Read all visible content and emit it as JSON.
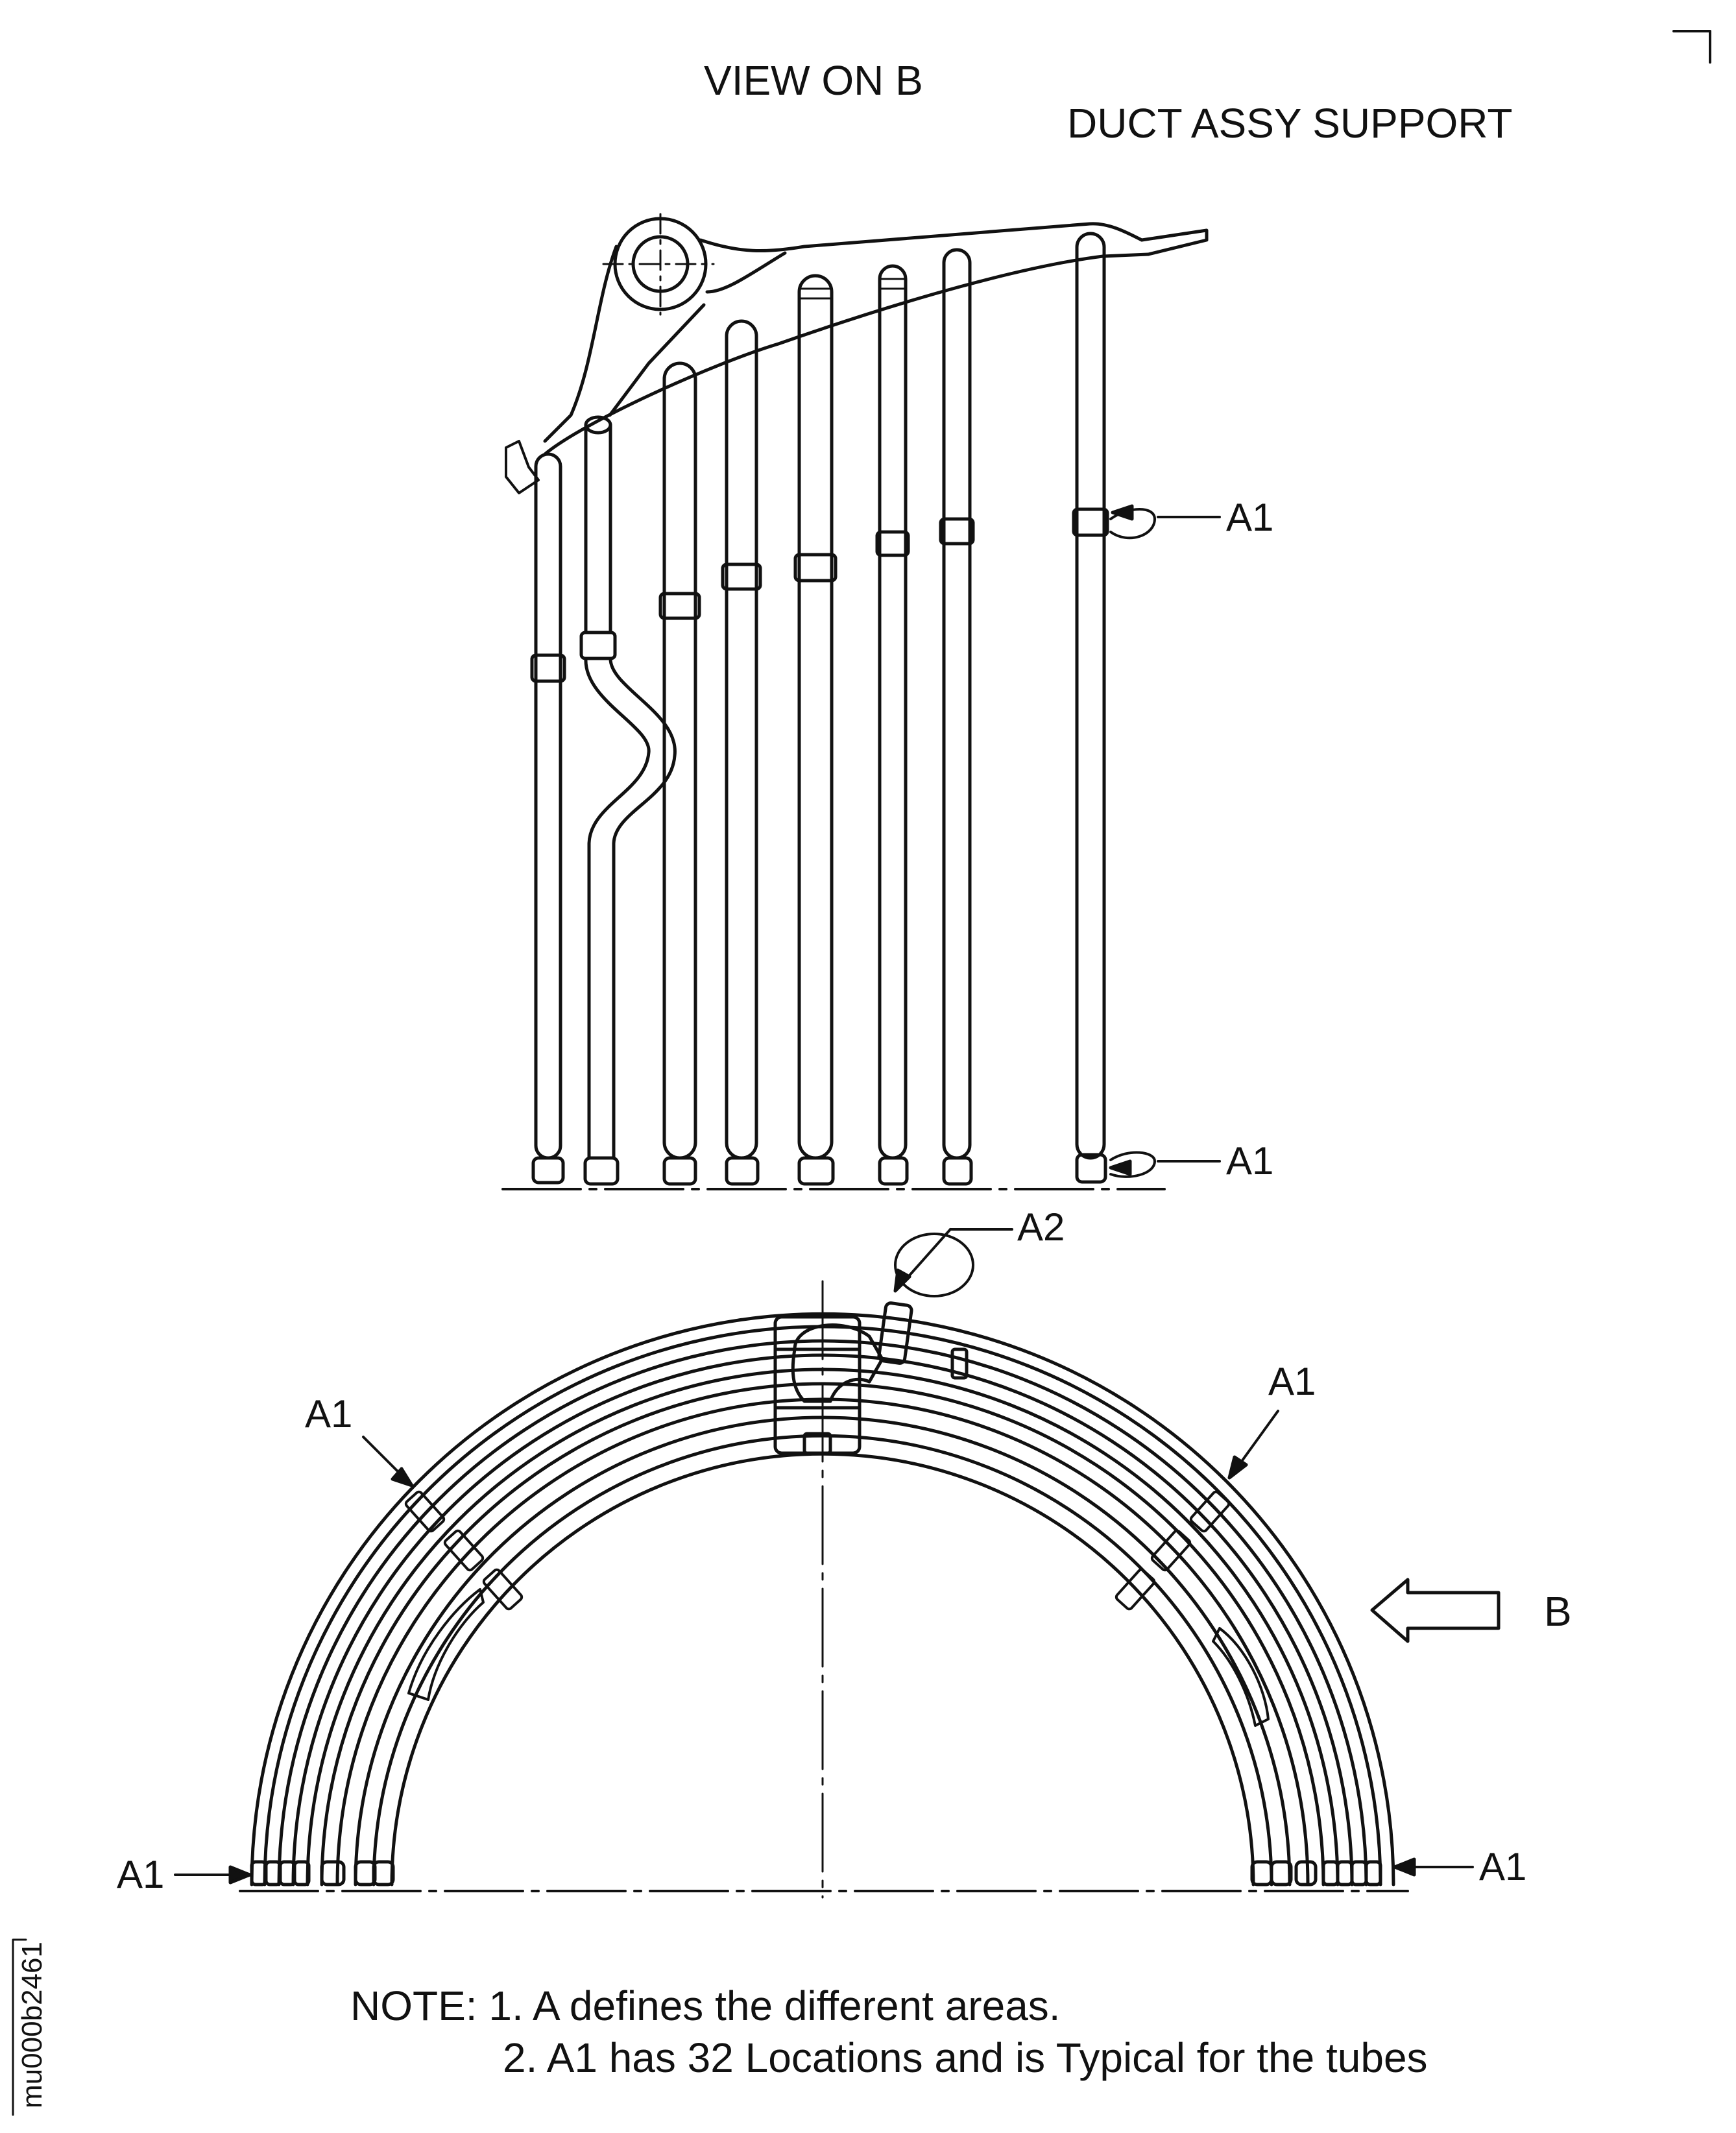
{
  "labels": {
    "title": "VIEW ON B",
    "duct_support": "DUCT ASSY SUPPORT",
    "a1_top": "A1",
    "a1_bottom": "A1",
    "a2": "A2",
    "a1_arc_left": "A1",
    "a1_arc_right": "A1",
    "b_arrow": "B",
    "a1_base_left": "A1",
    "a1_base_right": "A1"
  },
  "notes": {
    "prefix": "NOTE:",
    "line1": "1. A defines the different areas.",
    "line2": "2. A1 has 32 Locations and is Typical for the tubes"
  },
  "reference_code": "mu000b2461",
  "colors": {
    "line": "#111111",
    "background": "#ffffff"
  }
}
